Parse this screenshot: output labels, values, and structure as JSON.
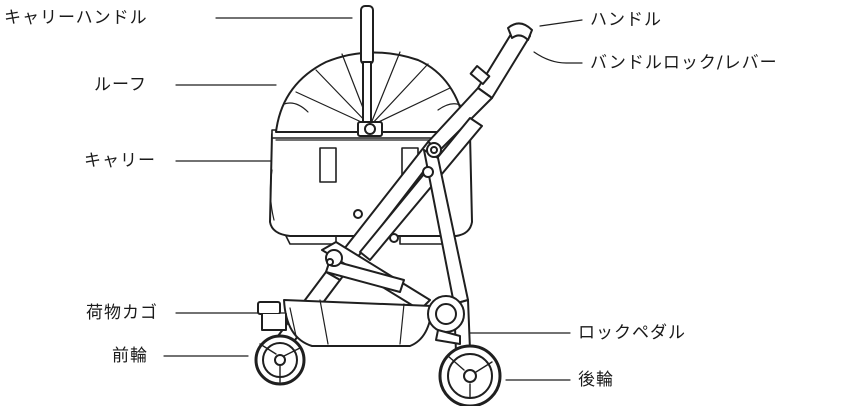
{
  "diagram": {
    "labels": {
      "carry_handle": "キャリーハンドル",
      "roof": "ルーフ",
      "carrier": "キャリー",
      "basket": "荷物カゴ",
      "front_wheel": "前輪",
      "handle": "ハンドル",
      "handle_lock": "バンドルロック/レバー",
      "lock_pedal": "ロックペダル",
      "rear_wheel": "後輪"
    }
  }
}
